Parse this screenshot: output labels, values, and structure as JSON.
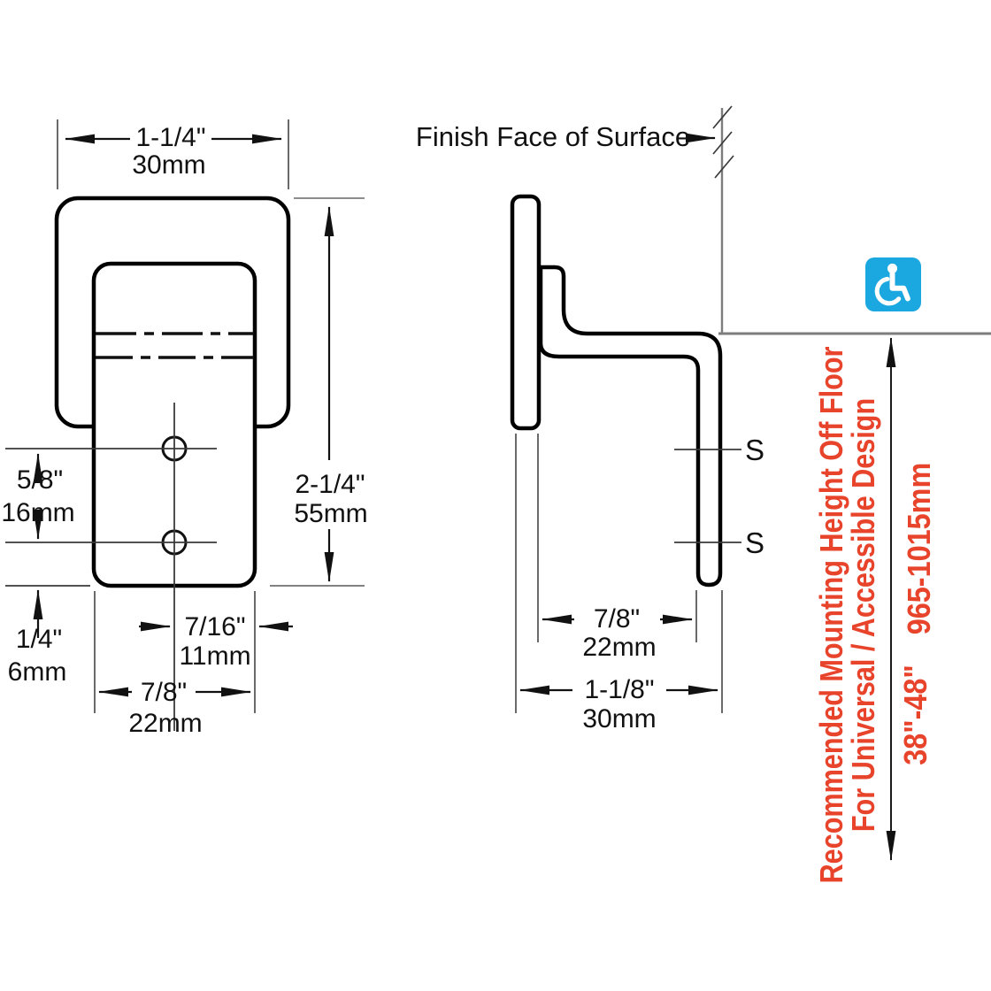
{
  "front_view": {
    "width_in": "1-1/4\"",
    "width_mm": "30mm",
    "height_in": "2-1/4\"",
    "height_mm": "55mm",
    "hole_spacing_in": "5/8\"",
    "hole_spacing_mm": "16mm",
    "edge_offset_in": "1/4\"",
    "edge_offset_mm": "6mm",
    "hole_to_edge_in": "7/16\"",
    "hole_to_edge_mm": "11mm",
    "plate_width_in": "7/8\"",
    "plate_width_mm": "22mm"
  },
  "side_view": {
    "finish_face_label": "Finish Face of Surface",
    "screw_label_top": "S",
    "screw_label_bottom": "S",
    "hook_gap_in": "7/8\"",
    "hook_gap_mm": "22mm",
    "projection_in": "1-1/8\"",
    "projection_mm": "30mm"
  },
  "mounting_note": {
    "line_1": "Recommended Mounting Height Off Floor",
    "line_2": "For Universal / Accessible Design",
    "range_metric": "965-1015mm",
    "range_imperial": "38\"-48\"",
    "text_color": "#e8432b",
    "icon_name": "wheelchair-accessible-icon",
    "icon_color": "#1ba7df"
  }
}
